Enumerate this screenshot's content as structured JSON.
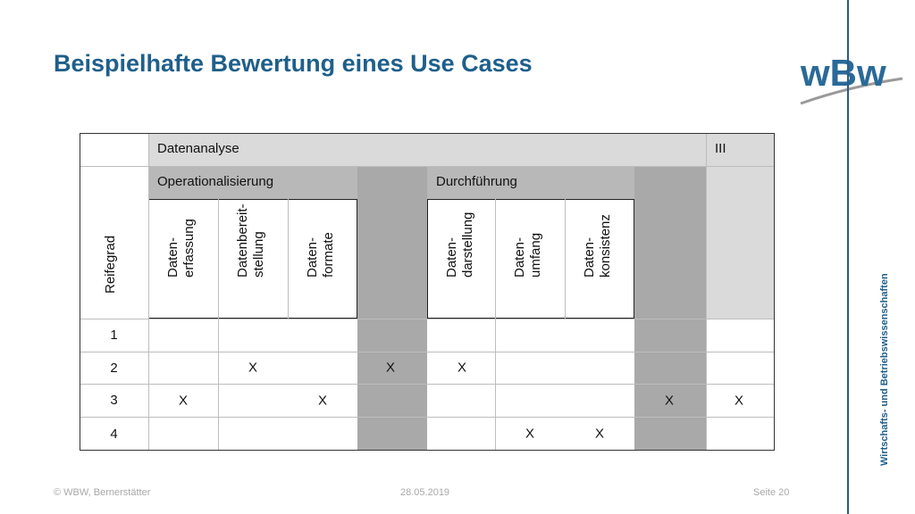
{
  "slide": {
    "title": "Beispielhafte Bewertung eines Use Cases",
    "side_label": "Wirtschafts- und Betriebswissenschaften"
  },
  "logo": {
    "text": "wBw",
    "color": "#2a6a98"
  },
  "table": {
    "top_group": "Datenanalyse",
    "top_right": "III",
    "groups": [
      "Operationalisierung",
      "Durchführung"
    ],
    "row_header": "Reifegrad",
    "columns": [
      "Daten-\nerfassung",
      "Datenbereit-\nstellung",
      "Daten-\nformate",
      "Daten-\ndarstellung",
      "Daten-\numfang",
      "Daten-\nkonsistenz"
    ],
    "rows": [
      {
        "level": "1",
        "marks": [
          "",
          "",
          "",
          "",
          "",
          "",
          "",
          "",
          ""
        ]
      },
      {
        "level": "2",
        "marks": [
          "",
          "X",
          "",
          "X",
          "X",
          "",
          "",
          "",
          ""
        ]
      },
      {
        "level": "3",
        "marks": [
          "X",
          "",
          "X",
          "",
          "",
          "",
          "",
          "X",
          "X"
        ]
      },
      {
        "level": "4",
        "marks": [
          "",
          "",
          "",
          "",
          "",
          "X",
          "X",
          "",
          ""
        ]
      }
    ]
  },
  "footer": {
    "left": "© WBW, Bernerstätter",
    "date": "28.05.2019",
    "page": "Seite 20"
  }
}
